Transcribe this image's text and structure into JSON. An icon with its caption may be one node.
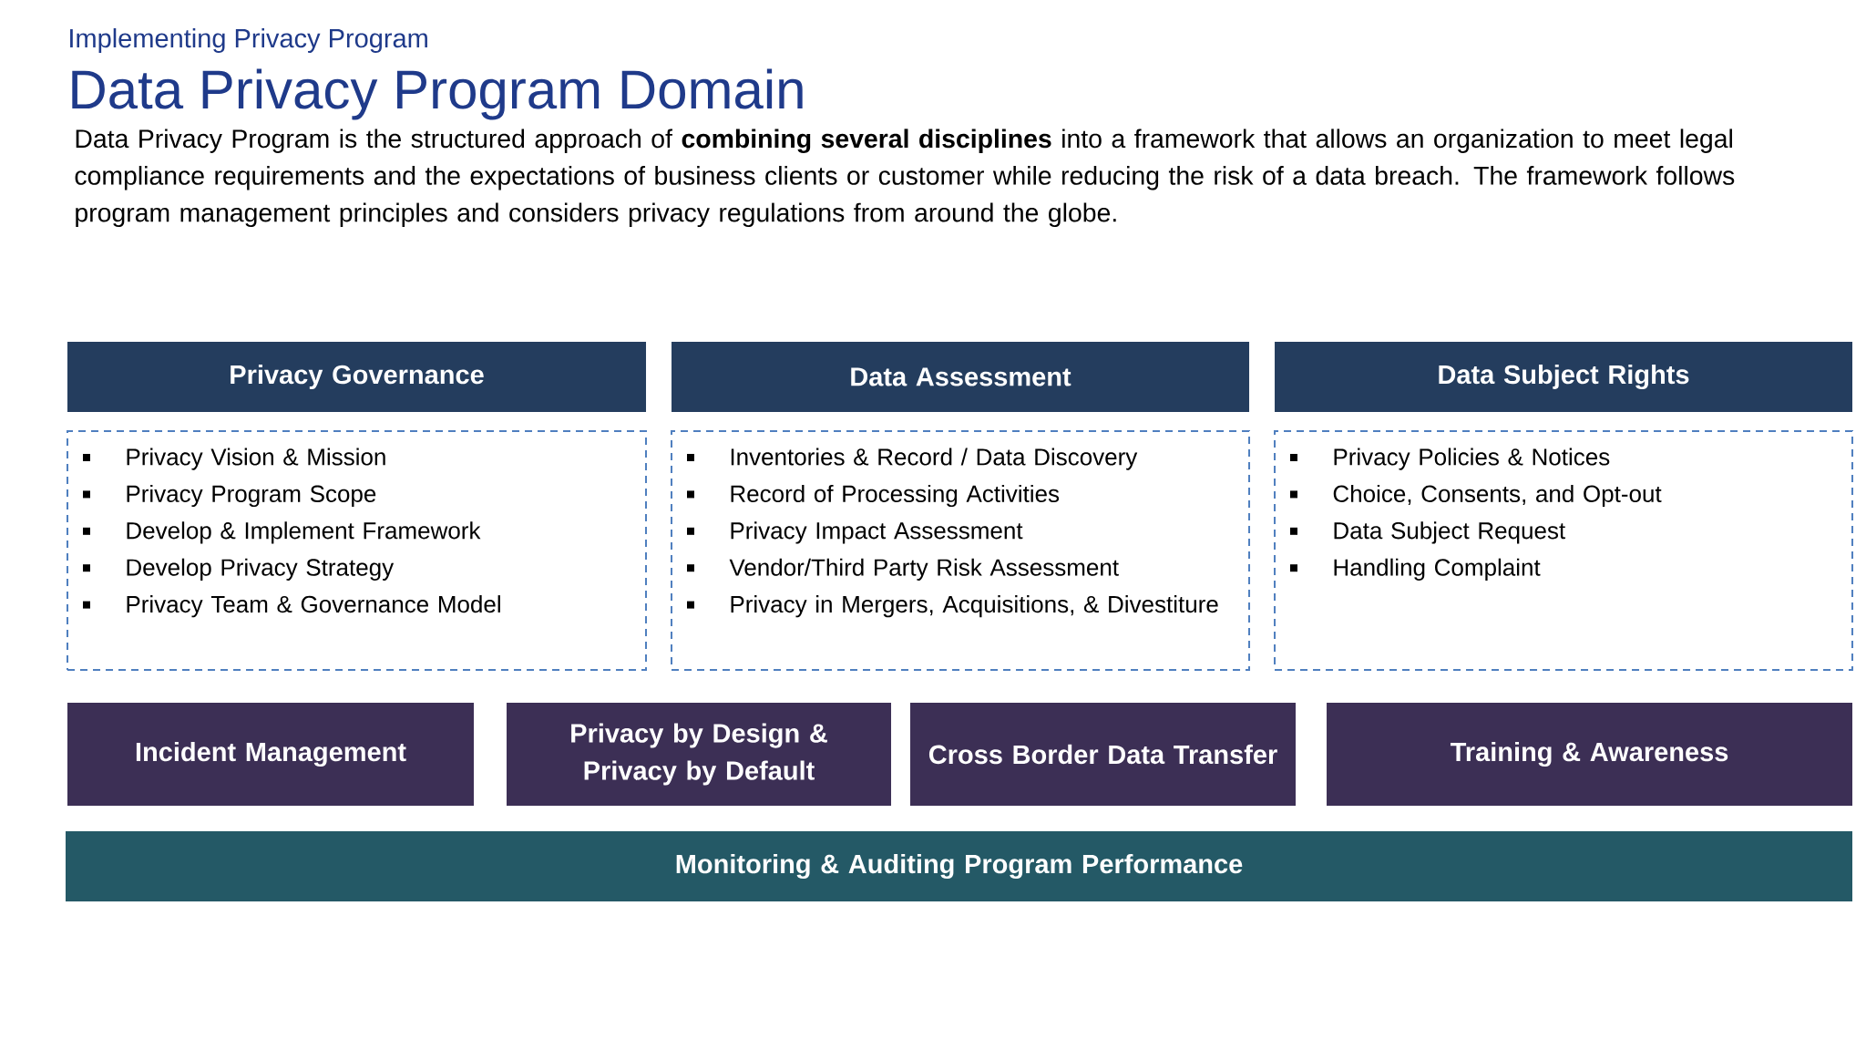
{
  "diagram": {
    "title": "Data Privacy Program Domain",
    "nodes": [
      {
        "text": [
          "Privacy Governance"
        ]
      },
      {
        "text": [
          "Data Assessment"
        ]
      },
      {
        "text": [
          "Data Subject Rights"
        ]
      },
      {
        "text": [
          "Privacy Vision & Mission",
          "Privacy Program Scope",
          "Develop & Implement Framework",
          "Develop Privacy Strategy",
          "Privacy Team & Governance Model"
        ]
      },
      {
        "text": [
          "Inventories & Record / Data Discovery",
          "Record of Processing Activities",
          "Privacy Impact Assessment",
          "Vendor/Third Party Risk Assessment",
          "Privacy in Mergers, Acquisitions, & Divestiture"
        ]
      },
      {
        "text": [
          "Privacy Policies & Notices",
          "Choice, Consents, and Opt-out",
          "Data Subject Request",
          "Handling Complaint"
        ]
      },
      {
        "text": [
          "Incident Management"
        ]
      },
      {
        "text": [
          "Privacy by Design & Privacy by Default"
        ]
      },
      {
        "text": [
          "Cross Border Data Transfer"
        ]
      },
      {
        "text": [
          "Training & Awareness"
        ]
      },
      {
        "text": [
          "Monitoring & Auditing Program Performance"
        ]
      }
    ],
    "labels": [
      "Implementing Privacy Program",
      "Data Privacy Program is the structured approach of **combining several disciplines** into a framework that allows an organization to meet legal compliance requirements and the expectations of business clients or customer while reducing the risk of a data breach. The framework follows program management principles and considers privacy regulations from around the globe."
    ]
  }
}
